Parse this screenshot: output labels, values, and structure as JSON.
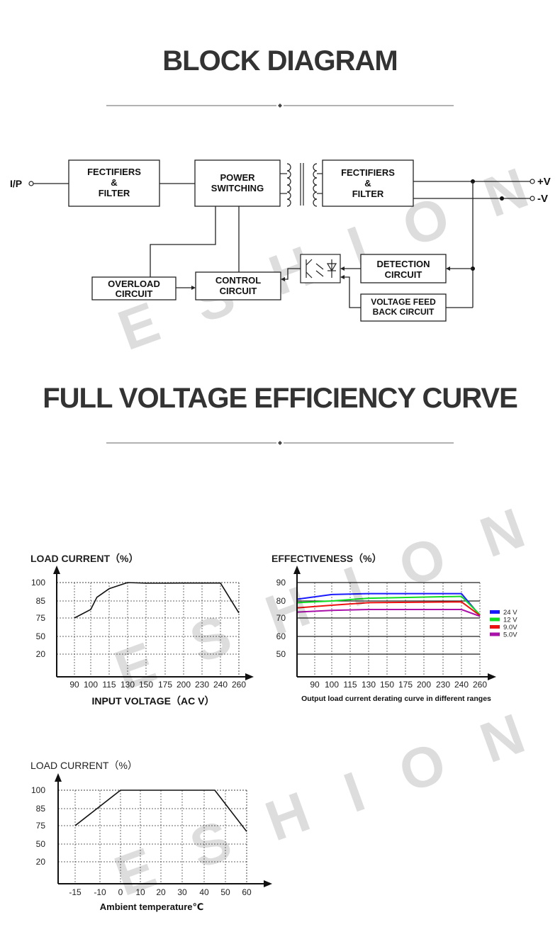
{
  "headings": {
    "block": "BLOCK DIAGRAM",
    "efficiency": "FULL VOLTAGE EFFICIENCY CURVE"
  },
  "watermark": "ESHION",
  "block_diagram": {
    "ip": "I/P",
    "filter1": [
      "FECTIFIERS",
      "&",
      "FILTER"
    ],
    "power": [
      "POWER",
      "SWITCHING"
    ],
    "filter2": [
      "FECTIFIERS",
      "&",
      "FILTER"
    ],
    "overload": [
      "OVERLOAD",
      "CIRCUIT"
    ],
    "control": [
      "CONTROL",
      "CIRCUIT"
    ],
    "detection": [
      "DETECTION",
      "CIRCUIT"
    ],
    "feedback": [
      "VOLTAGE FEED",
      "BACK CIRCUIT"
    ],
    "pos": "+V",
    "neg": "-V"
  },
  "chart_data": [
    {
      "type": "line",
      "title": "LOAD CURRENT（%）",
      "xlabel": "INPUT VOLTAGE（AC V）",
      "x_ticks": [
        "90",
        "100",
        "115",
        "130",
        "150",
        "175",
        "200",
        "230",
        "240",
        "260"
      ],
      "y_ticks": [
        "100",
        "85",
        "75",
        "50",
        "20"
      ],
      "series": [
        {
          "x": [
            "90",
            "100",
            "105",
            "115",
            "130",
            "150",
            "175",
            "200",
            "230",
            "240",
            "260"
          ],
          "y": [
            75,
            80,
            88,
            95,
            100,
            99.5,
            99.5,
            99.6,
            99.6,
            99.6,
            78
          ]
        }
      ]
    },
    {
      "type": "line",
      "title": "EFFECTIVENESS（%）",
      "xlabel": "Output load current derating curve in different ranges",
      "x_ticks": [
        "90",
        "100",
        "115",
        "130",
        "150",
        "175",
        "200",
        "230",
        "240",
        "260"
      ],
      "y_ticks": [
        "90",
        "80",
        "70",
        "60",
        "50"
      ],
      "series": [
        {
          "name": "24 V",
          "color": "#1a1aff",
          "x": [
            "80",
            "100",
            "130",
            "240",
            "260"
          ],
          "y": [
            81,
            83.5,
            84,
            84,
            71.5
          ]
        },
        {
          "name": "12 V",
          "color": "#11dd22",
          "x": [
            "80",
            "100",
            "130",
            "240",
            "260"
          ],
          "y": [
            79,
            80,
            81.5,
            82.5,
            72
          ]
        },
        {
          "name": "9.0V",
          "color": "#ee1111",
          "x": [
            "80",
            "100",
            "130",
            "240",
            "260"
          ],
          "y": [
            76,
            77.5,
            79,
            79.5,
            71.5
          ]
        },
        {
          "name": "5.0V",
          "color": "#aa11aa",
          "x": [
            "80",
            "100",
            "130",
            "240",
            "260"
          ],
          "y": [
            73.5,
            74.5,
            75,
            75,
            71
          ]
        }
      ]
    },
    {
      "type": "line",
      "title": "LOAD CURRENT（%）",
      "xlabel": "Ambient temperature℃",
      "x_ticks": [
        "-15",
        "-10",
        "0",
        "10",
        "20",
        "30",
        "40",
        "50",
        "60"
      ],
      "y_ticks": [
        "100",
        "85",
        "75",
        "50",
        "20"
      ],
      "series": [
        {
          "x": [
            -15,
            0,
            45,
            60
          ],
          "y": [
            75,
            100,
            100,
            67
          ]
        }
      ]
    }
  ]
}
